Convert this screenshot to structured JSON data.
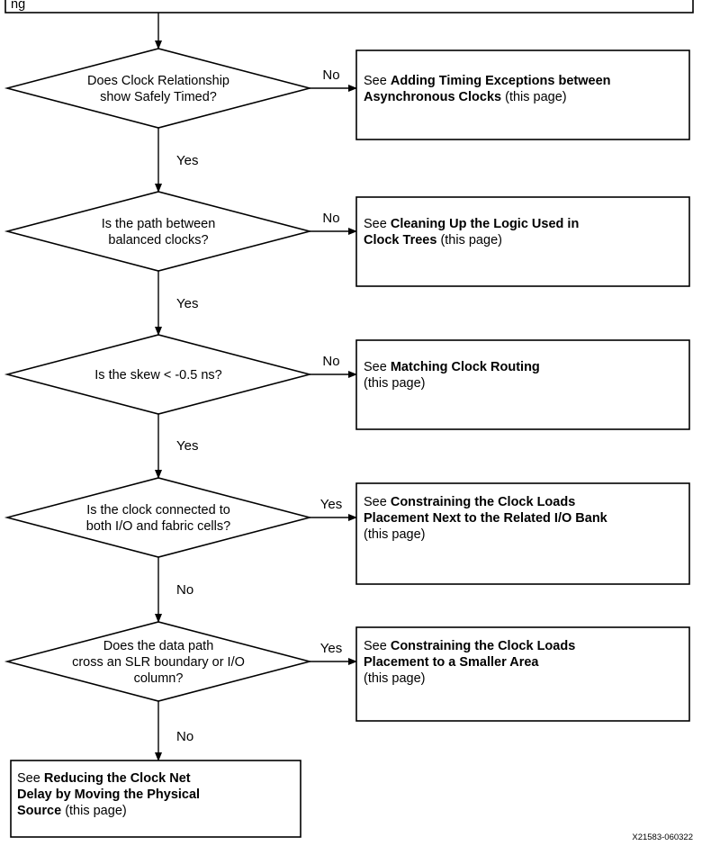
{
  "diagram": {
    "top_box_fragment": "ng",
    "decisions": [
      {
        "id": "d1",
        "lines": [
          "Does Clock Relationship",
          "show Safely Timed?"
        ],
        "side_label": "No",
        "down_label": "Yes"
      },
      {
        "id": "d2",
        "lines": [
          "Is the path between",
          "balanced clocks?"
        ],
        "side_label": "No",
        "down_label": "Yes"
      },
      {
        "id": "d3",
        "lines": [
          "Is the skew < -0.5 ns?"
        ],
        "side_label": "No",
        "down_label": "Yes"
      },
      {
        "id": "d4",
        "lines": [
          "Is the clock connected to",
          "both I/O and fabric cells?"
        ],
        "side_label": "Yes",
        "down_label": "No"
      },
      {
        "id": "d5",
        "lines": [
          "Does the data path",
          "cross an SLR boundary or I/O",
          "column?"
        ],
        "side_label": "Yes",
        "down_label": "No"
      }
    ],
    "actions": [
      {
        "id": "a1",
        "lines": [
          [
            {
              "t": "See ",
              "b": false
            },
            {
              "t": "Adding Timing Exceptions between",
              "b": true
            }
          ],
          [
            {
              "t": "Asynchronous Clocks",
              "b": true
            },
            {
              "t": " (this page)",
              "b": false
            }
          ]
        ]
      },
      {
        "id": "a2",
        "lines": [
          [
            {
              "t": "See ",
              "b": false
            },
            {
              "t": "Cleaning Up the Logic Used in",
              "b": true
            }
          ],
          [
            {
              "t": "Clock Trees",
              "b": true
            },
            {
              "t": " (this page)",
              "b": false
            }
          ]
        ]
      },
      {
        "id": "a3",
        "lines": [
          [
            {
              "t": "See ",
              "b": false
            },
            {
              "t": "Matching Clock Routing",
              "b": true
            }
          ],
          [
            {
              "t": "(this page)",
              "b": false
            }
          ]
        ]
      },
      {
        "id": "a4",
        "lines": [
          [
            {
              "t": "See ",
              "b": false
            },
            {
              "t": "Constraining the Clock Loads",
              "b": true
            }
          ],
          [
            {
              "t": "Placement Next to the Related I/O Bank",
              "b": true
            }
          ],
          [
            {
              "t": "(this page)",
              "b": false
            }
          ]
        ]
      },
      {
        "id": "a5",
        "lines": [
          [
            {
              "t": "See ",
              "b": false
            },
            {
              "t": "Constraining the Clock Loads",
              "b": true
            }
          ],
          [
            {
              "t": "Placement to a Smaller Area",
              "b": true
            }
          ],
          [
            {
              "t": "(this page)",
              "b": false
            }
          ]
        ]
      }
    ],
    "final": {
      "lines": [
        [
          {
            "t": "See ",
            "b": false
          },
          {
            "t": "Reducing the Clock Net",
            "b": true
          }
        ],
        [
          {
            "t": "Delay by Moving the Physical",
            "b": true
          }
        ],
        [
          {
            "t": "Source",
            "b": true
          },
          {
            "t": " (this page)",
            "b": false
          }
        ]
      ]
    },
    "figure_id": "X21583-060322"
  }
}
